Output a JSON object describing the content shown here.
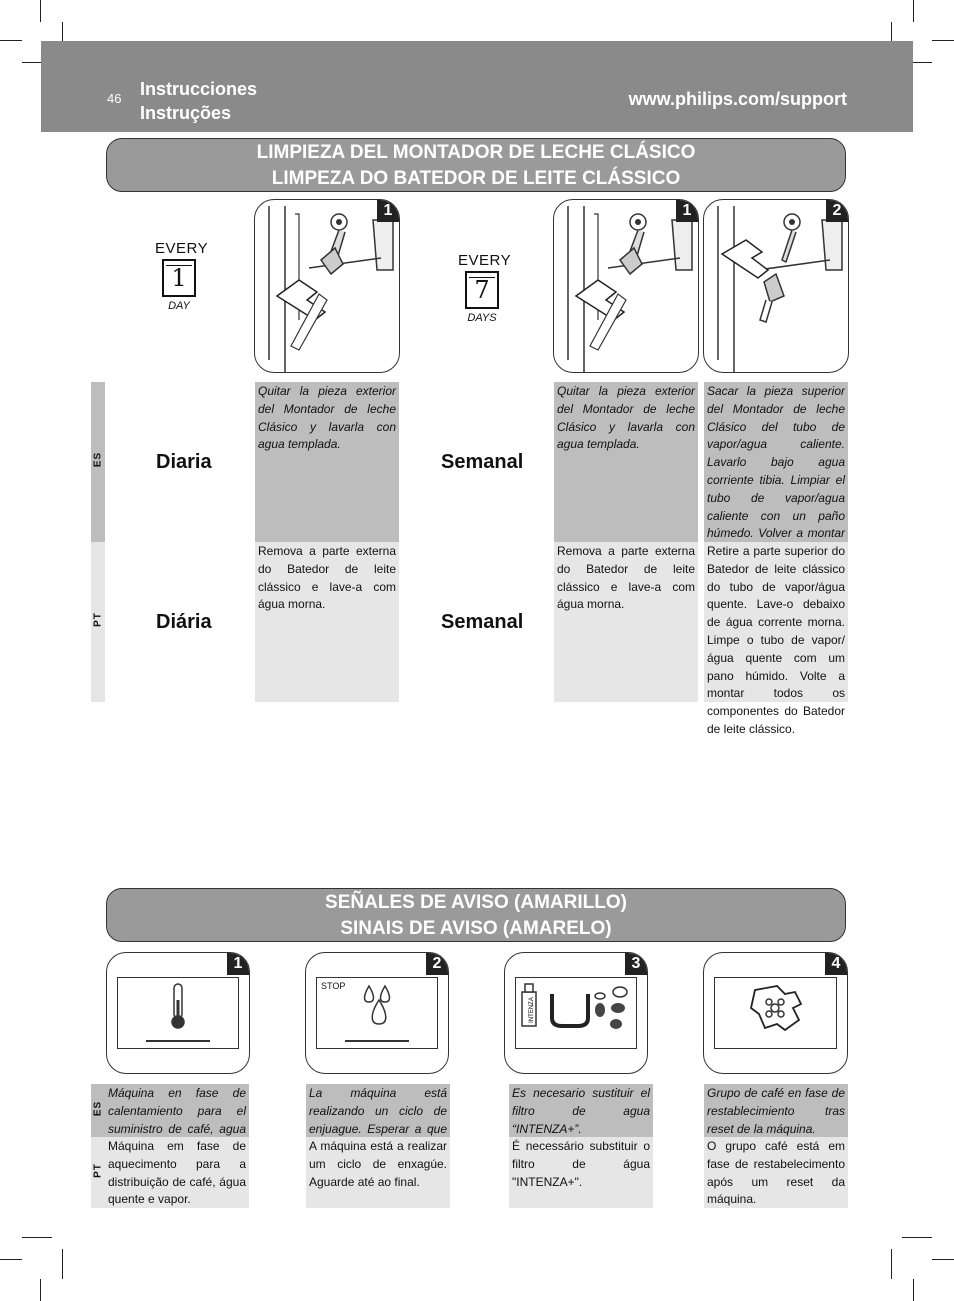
{
  "header": {
    "page_number": "46",
    "title_es": "Instrucciones",
    "title_pt": "Instruções",
    "url": "www.philips.com/support"
  },
  "section1": {
    "title_es": "LIMPIEZA DEL MONTADOR DE LECHE CLÁSICO",
    "title_pt": "LIMPEZA DO BATEDOR DE LEITE CLÁSSICO",
    "daily": {
      "every": "EVERY",
      "number": "1",
      "unit": "DAY",
      "step": "1",
      "freq_es": "Diaria",
      "freq_pt": "Diária",
      "text_es": "Quitar la pieza exterior del Montador de leche Clásico y lavarla con agua templada.",
      "text_pt": "Remova a parte externa do Batedor de leite clássico e lave-a com água morna."
    },
    "weekly": {
      "every": "EVERY",
      "number": "7",
      "unit": "DAYS",
      "step1": "1",
      "step2": "2",
      "freq_es": "Semanal",
      "freq_pt": "Semanal",
      "text1_es": "Quitar la pieza exterior del Montador de leche Clásico y lavarla con agua templada.",
      "text1_pt": "Remova a parte externa do Batedor de leite clássico e lave-a com água morna.",
      "text2_es": "Sacar la pieza superior del Montador de leche Clásico del tubo de vapor/agua caliente. Lavarlo bajo agua corriente tibia. Limpiar el tubo de vapor/agua caliente con un paño húmedo. Volver a montar todos los componentes del Montador de leche Clásico.",
      "text2_pt": "Retire a parte superior do Batedor de leite clássico do tubo de vapor/água quente. Lave-o debaixo de água corrente morna. Limpe o tubo de vapor/água quente com um pano húmido. Volte a montar todos os componentes do Batedor de leite clássico."
    }
  },
  "lang": {
    "es": "ES",
    "pt": "PT"
  },
  "section2": {
    "title_es": "SEÑALES DE AVISO (AMARILLO)",
    "title_pt": "SINAIS DE AVISO (AMARELO)",
    "items": [
      {
        "step": "1",
        "icon": "thermometer-icon",
        "es": "Máquina en fase de calentamiento para el suministro de café, agua caliente y vapor.",
        "pt": "Máquina em fase de aquecimento para a distribuição de café, água quente e vapor."
      },
      {
        "step": "2",
        "icon": "water-drops-icon",
        "screen_label": "STOP",
        "es": "La máquina está realizando un ciclo de enjuague. Esperar a que termine.",
        "pt": "A máquina está a realizar um ciclo de enxagúe. Aguarde até ao final."
      },
      {
        "step": "3",
        "icon": "water-filter-icon",
        "screen_label": "INTENZA",
        "es": "Es necesario sustituir el filtro de agua “INTENZA+”.",
        "pt": "É necessário substituir o filtro de água \"INTENZA+\"."
      },
      {
        "step": "4",
        "icon": "brew-group-icon",
        "es": "Grupo de café en fase de restablecimiento tras reset de la máquina.",
        "pt": "O grupo café está em fase de restabelecimento após um reset da máquina."
      }
    ]
  }
}
